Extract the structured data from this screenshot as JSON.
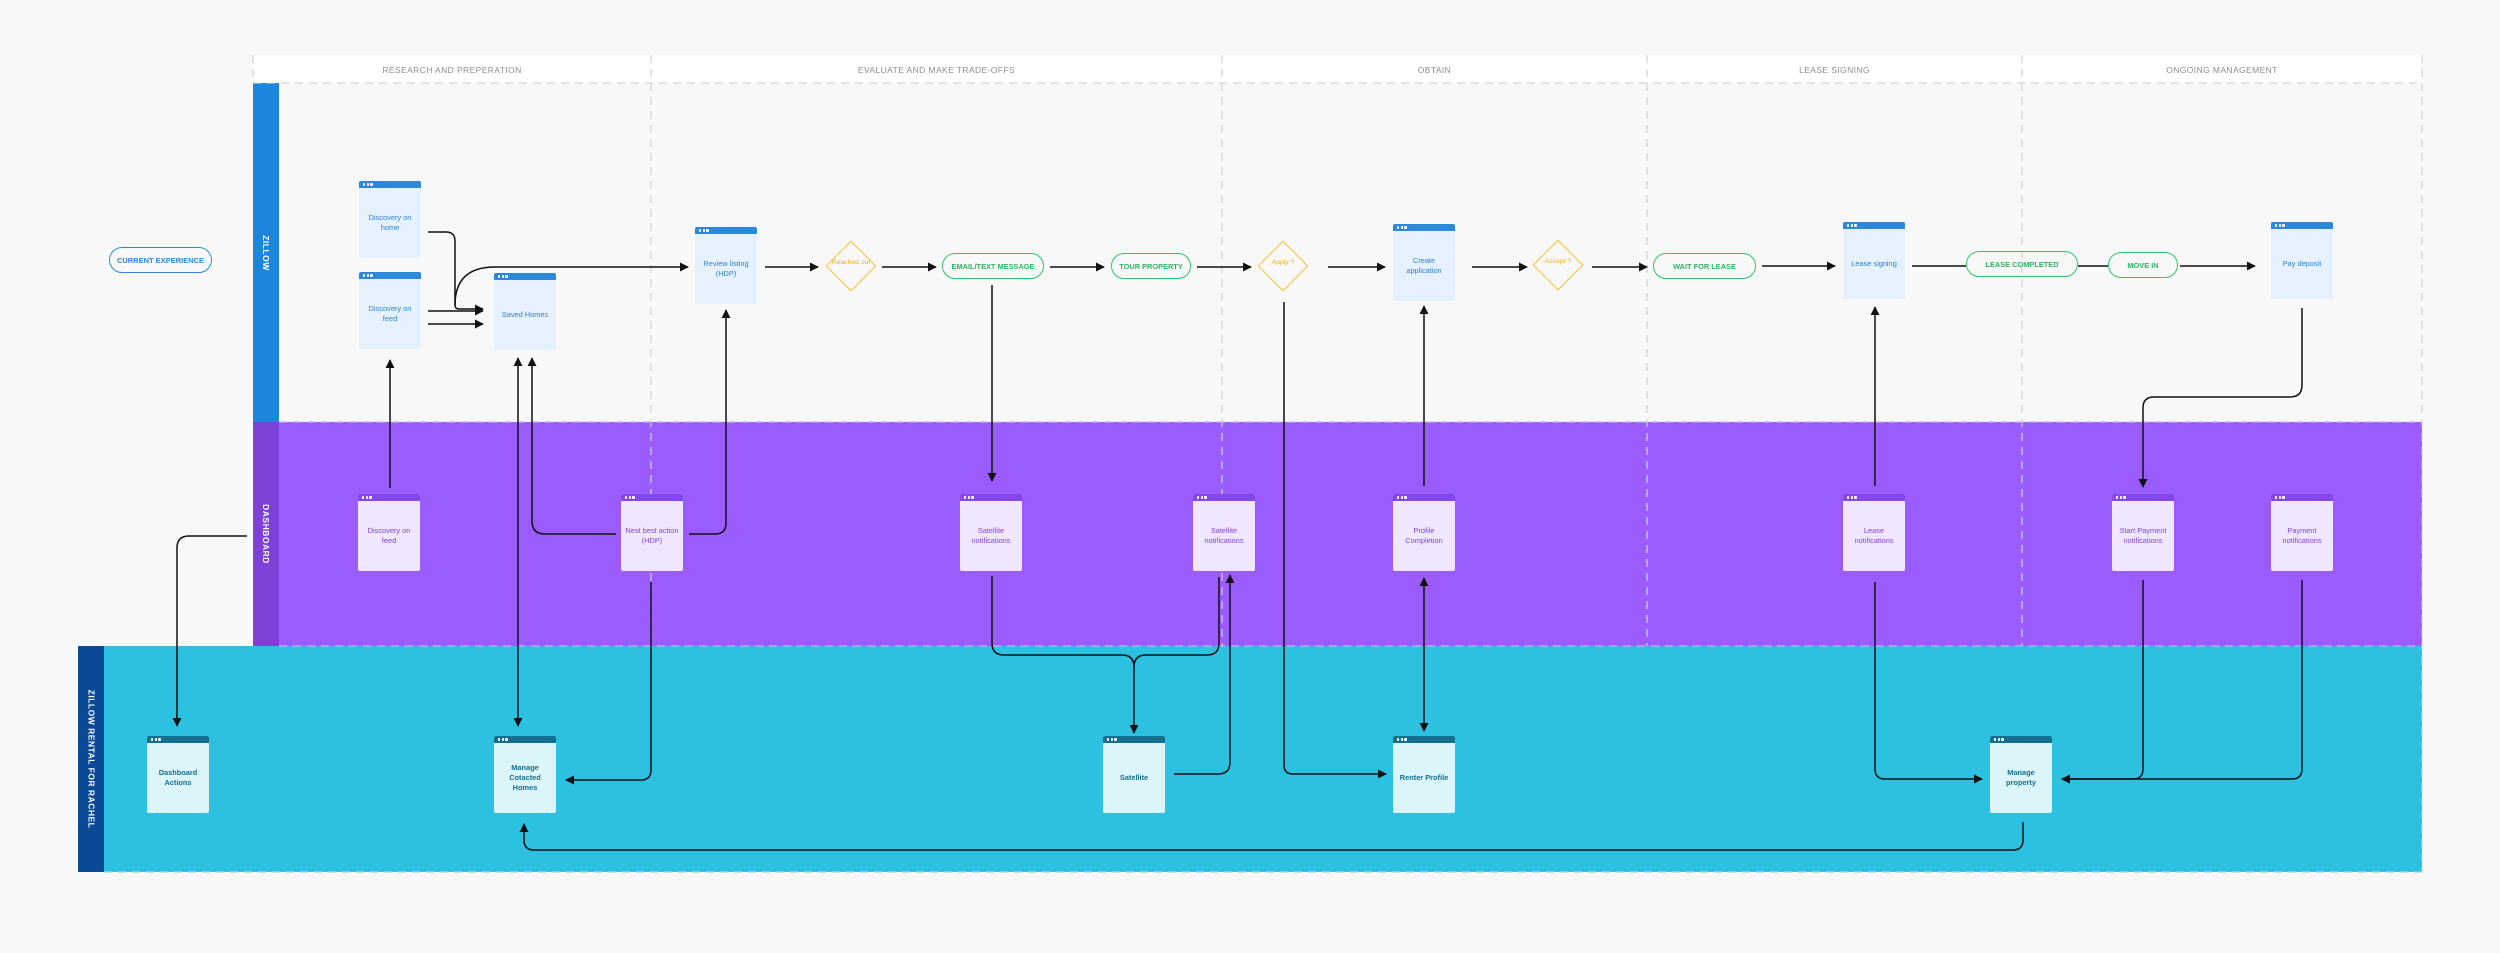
{
  "phases": [
    "RESEARCH AND PREPERATION",
    "EVALUATE AND MAKE TRADE-OFFS",
    "OBTAIN",
    "LEASE SIGNING",
    "ONGOING MANAGEMENT"
  ],
  "current_experience": "CURRENT EXPERIENCE",
  "lanes": {
    "zillow": "ZILLOW",
    "dashboard": "DASHBOARD",
    "rental": "ZILLOW RENTAL FOR RACHEL"
  },
  "zillow_cards": {
    "discovery_home": "Discovery on home",
    "discovery_feed": "Discovery on feed",
    "saved_homes": "Saved Homes",
    "review_listing": "Review listing (HDP)",
    "create_application": "Create application",
    "lease_signing": "Lease signing",
    "pay_deposit": "Pay deposit"
  },
  "states": {
    "email_text": "EMAIL/TEXT MESSAGE",
    "tour_property": "TOUR PROPERTY",
    "wait_lease": "WAIT FOR LEASE",
    "lease_completed": "LEASE COMPLETED",
    "move_in": "MOVE IN"
  },
  "decisions": {
    "reached_out": "Reached out",
    "apply": "Apply ?",
    "accept": "Accept ?"
  },
  "dashboard_cards": {
    "discovery_feed": "Discovery on feed",
    "next_best_action": "Next best action (HDP)",
    "satellite_notifications_1": "Satellite notifications",
    "satellite_notifications_2": "Satellite notifications",
    "profile_completion": "Profile Completion",
    "lease_notifications": "Lease notifications",
    "start_payment_notifications": "Start Payment notifications",
    "payment_notifications": "Payment notifications"
  },
  "rental_cards": {
    "dashboard_actions": "Dashboard Actions",
    "manage_contacted_homes": "Manage Cotacted Homes",
    "satellite": "Satellite",
    "renter_profile": "Renter Profile",
    "manage_property": "Manage property"
  },
  "colors": {
    "zillow_lane": "#f8f8f8",
    "zillow_label": "#1c86dd",
    "dashboard_lane": "#9b5cfd",
    "dashboard_label": "#7d41d6",
    "rental_lane": "#2cc0e1",
    "rental_label": "#0a4a94",
    "state_green": "#2fc46a",
    "decision_yellow": "#f2c12f"
  }
}
